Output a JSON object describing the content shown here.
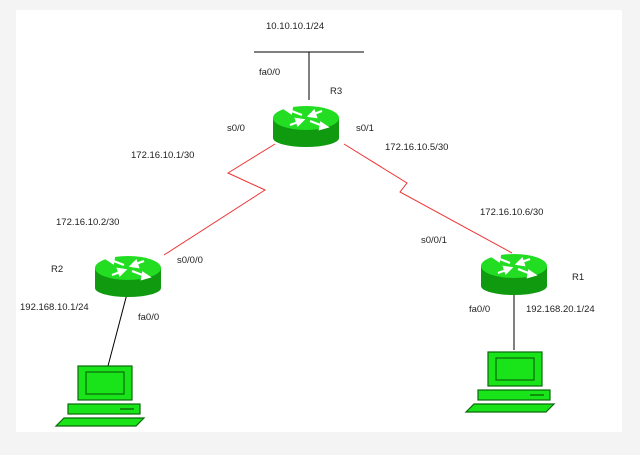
{
  "colors": {
    "background": "#ffffff",
    "frame": "#f4f4f4",
    "router_fill": "#22dd22",
    "router_dark": "#0f9a0f",
    "serial_link": "#ee3333",
    "ethernet_link": "#000000",
    "pc_fill": "#19e419"
  },
  "icons": {
    "router": "router-icon",
    "pc": "desktop-pc-icon"
  },
  "network": {
    "lan_top": {
      "address": "10.10.10.1/24"
    },
    "r3": {
      "name": "R3",
      "fa_iface": "fa0/0",
      "s_left_iface": "s0/0",
      "s_right_iface": "s0/1"
    },
    "r2": {
      "name": "R2",
      "s_iface": "s0/0/0",
      "fa_iface": "fa0/0",
      "lan_address": "192.168.10.1/24"
    },
    "r1": {
      "name": "R1",
      "s_iface": "s0/0/1",
      "fa_iface": "fa0/0",
      "lan_address": "192.168.20.1/24"
    },
    "link_r3_r2": {
      "r3_address": "172.16.10.1/30",
      "r2_address": "172.16.10.2/30"
    },
    "link_r3_r1": {
      "r3_address": "172.16.10.5/30",
      "r1_address": "172.16.10.6/30"
    }
  }
}
